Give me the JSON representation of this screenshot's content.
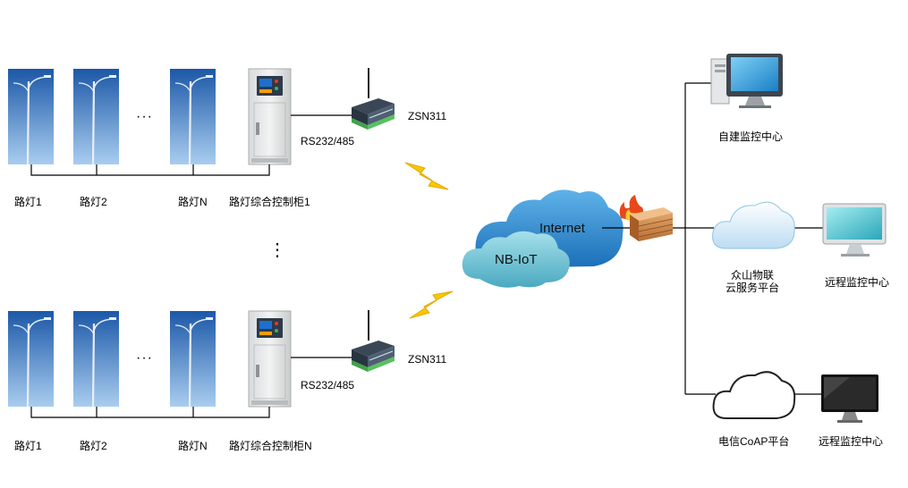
{
  "rows": [
    {
      "lamps": [
        "路灯1",
        "路灯2",
        "路灯N"
      ],
      "cabinet": "路灯综合控制柜1",
      "interface": "RS232/485",
      "device": "ZSN311"
    },
    {
      "lamps": [
        "路灯1",
        "路灯2",
        "路灯N"
      ],
      "cabinet": "路灯综合控制柜N",
      "interface": "RS232/485",
      "device": "ZSN311"
    }
  ],
  "ellipsis_h": "···",
  "ellipsis_v": "⋮",
  "network": {
    "internet": "Internet",
    "nbiot": "NB-IoT"
  },
  "right": {
    "self_monitor": "自建监控中心",
    "cloud_platform_line1": "众山物联",
    "cloud_platform_line2": "云服务平台",
    "remote_monitor_1": "远程监控中心",
    "coap_platform": "电信CoAP平台",
    "remote_monitor_2": "远程监控中心"
  },
  "colors": {
    "sky_top": "#1f5fae",
    "sky_bottom": "#9cc3ea",
    "cloud_blue": "#2b86c8",
    "cloud_teal": "#6fc0d2",
    "lightning": "#f6c500",
    "line": "#000000"
  }
}
